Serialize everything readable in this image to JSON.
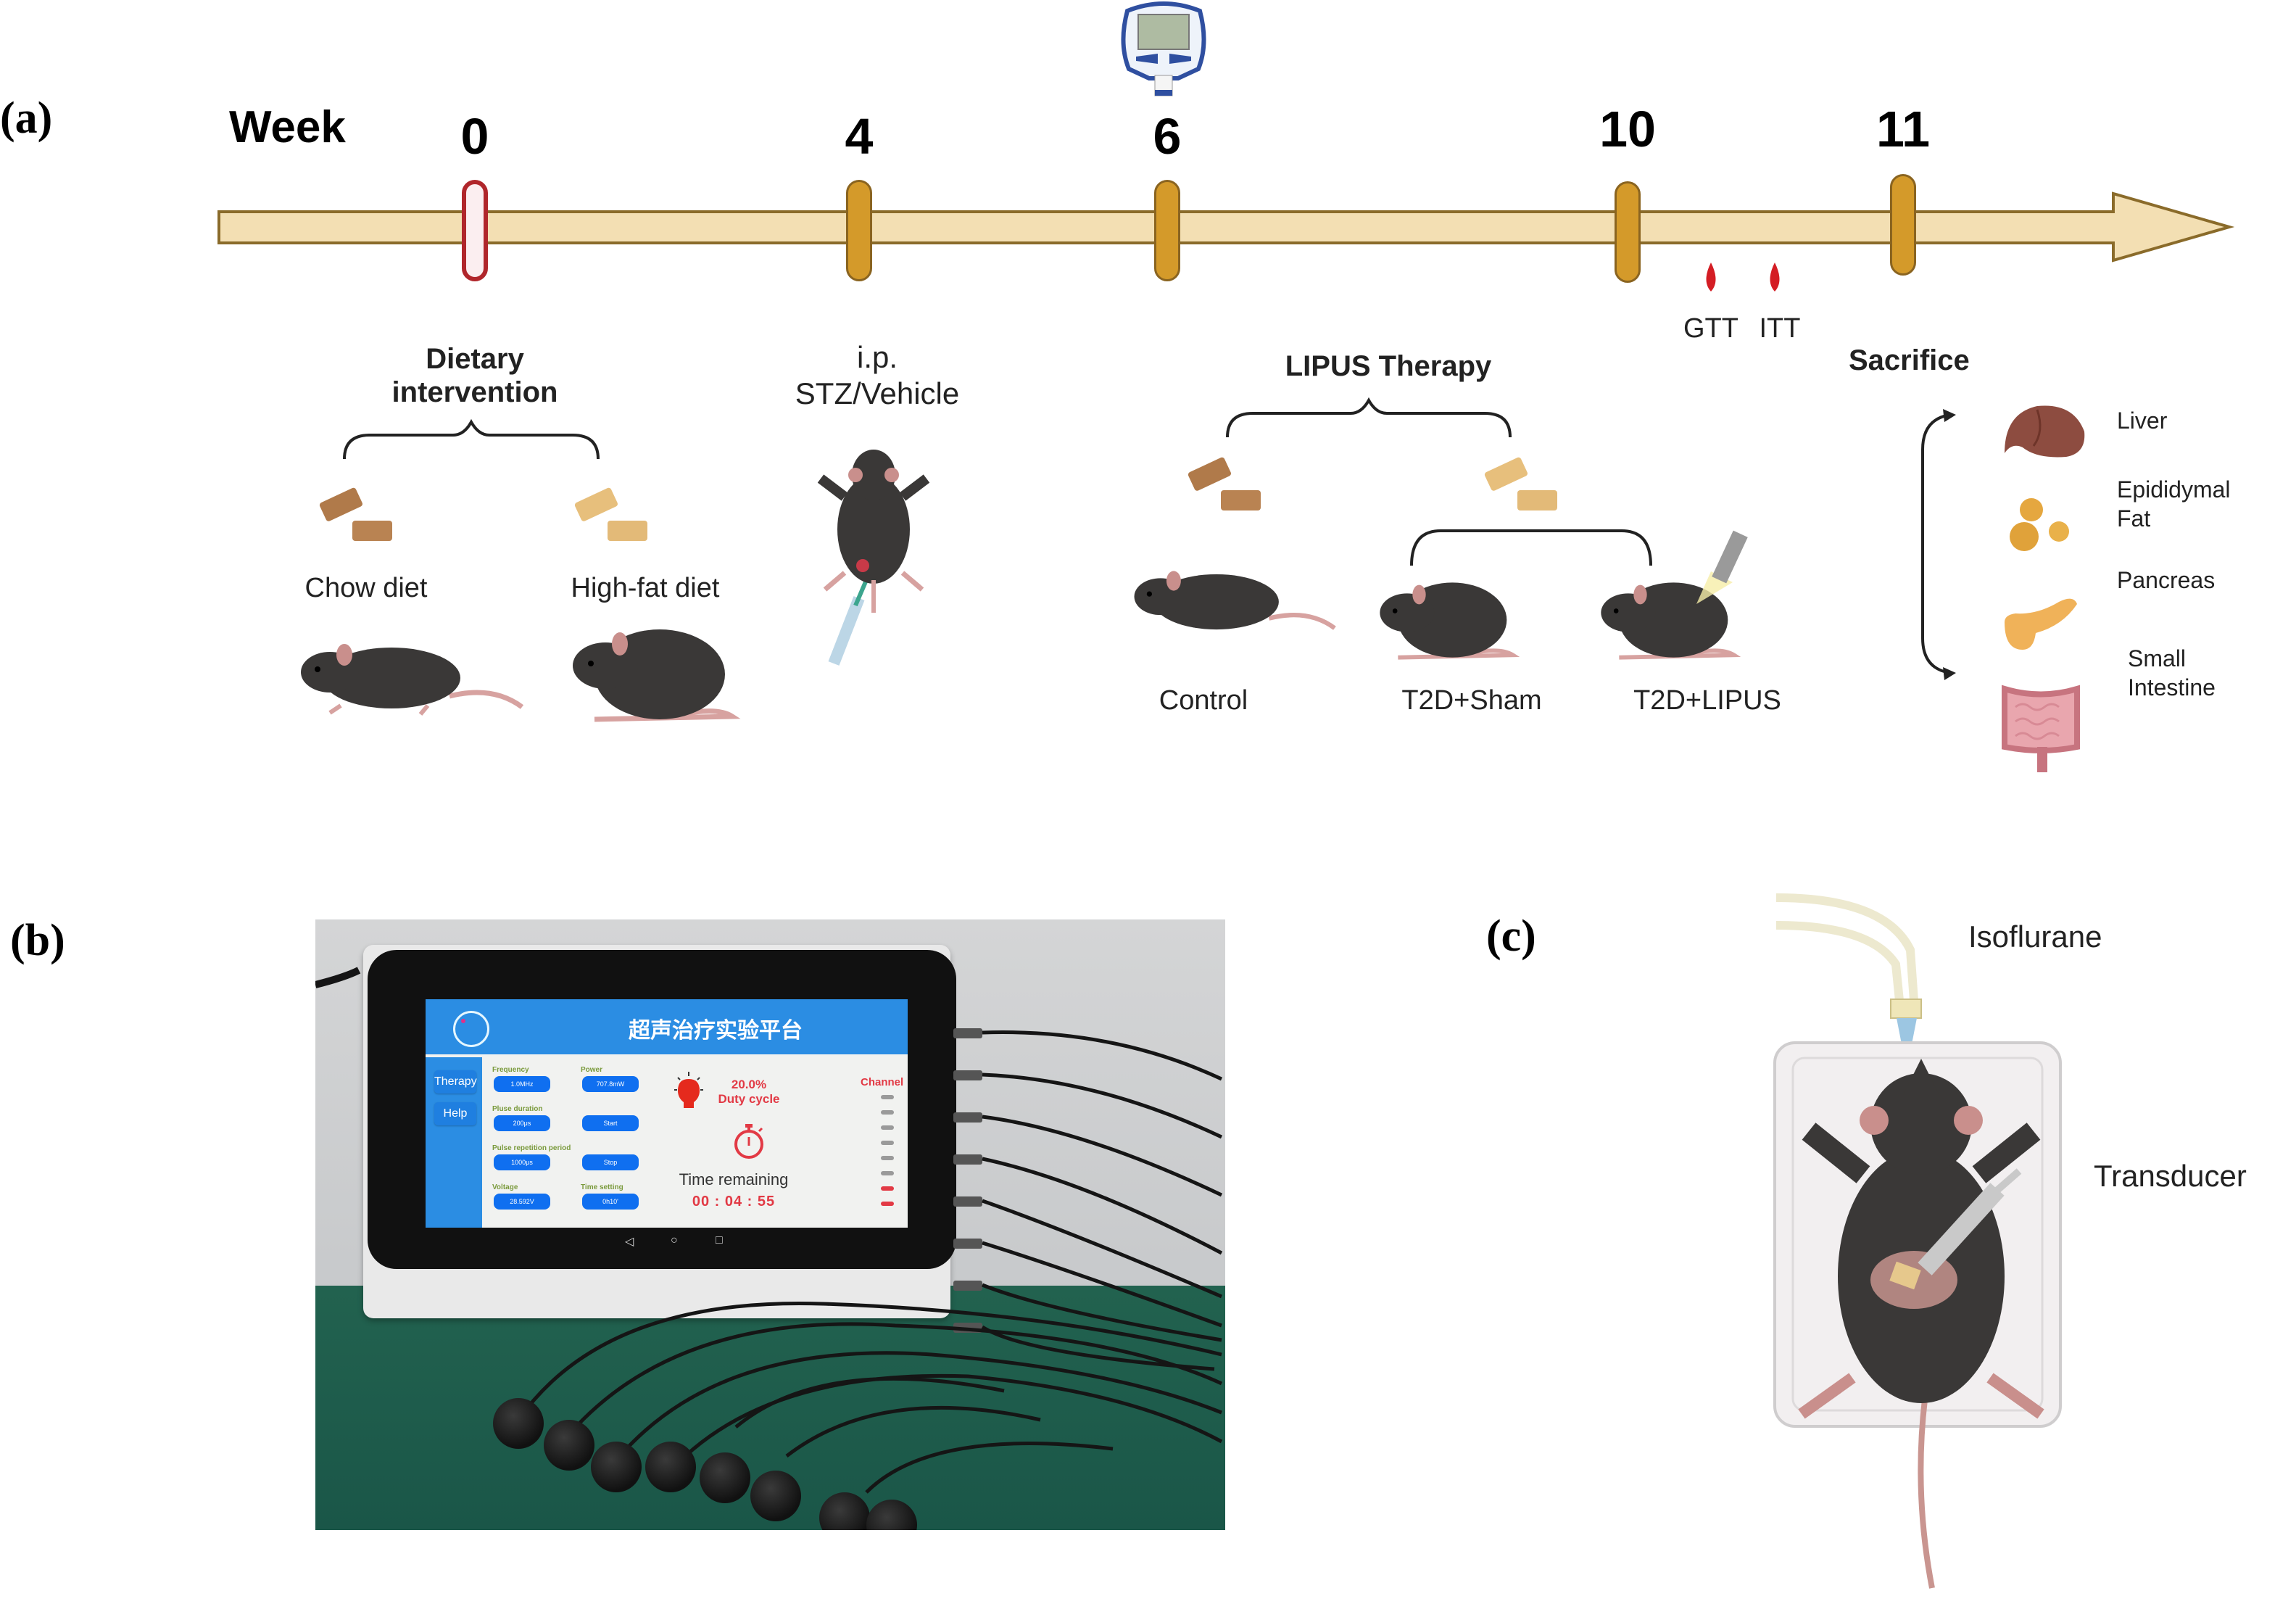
{
  "panels": {
    "a": {
      "label": "(a)",
      "timeline": {
        "axis_label": "Week",
        "weeks": [
          {
            "label": "0",
            "marker_style": "outlined"
          },
          {
            "label": "4",
            "marker_style": "filled"
          },
          {
            "label": "6",
            "marker_style": "filled"
          },
          {
            "label": "10",
            "marker_style": "filled"
          },
          {
            "label": "11",
            "marker_style": "filled"
          }
        ],
        "week6_icon": "glucometer-icon",
        "tests": [
          "GTT",
          "ITT"
        ],
        "colors": {
          "bar_fill": "#f3dfb3",
          "bar_stroke": "#8a6b2a",
          "marker_fill": "#d49a2a",
          "marker_outline": "#b0262b"
        }
      },
      "dietary": {
        "heading_line1": "Dietary",
        "heading_line2": "intervention",
        "groups": [
          "Chow diet",
          "High-fat diet"
        ]
      },
      "injection": {
        "line1": "i.p.",
        "line2": "STZ/Vehicle"
      },
      "lipus": {
        "heading": "LIPUS Therapy",
        "groups": [
          "Control",
          "T2D+Sham",
          "T2D+LIPUS"
        ]
      },
      "sacrifice": {
        "heading": "Sacrifice",
        "organs": [
          {
            "name_lines": [
              "Liver"
            ],
            "icon": "liver-icon"
          },
          {
            "name_lines": [
              "Epididymal",
              "Fat"
            ],
            "icon": "fat-icon"
          },
          {
            "name_lines": [
              "Pancreas"
            ],
            "icon": "pancreas-icon"
          },
          {
            "name_lines": [
              "Small",
              "Intestine"
            ],
            "icon": "intestine-icon"
          }
        ]
      }
    },
    "b": {
      "label": "(b)",
      "screen": {
        "title": "超声治疗实验平台",
        "sidebar": [
          "Therapy",
          "Help"
        ],
        "fields": [
          {
            "label": "Frequency",
            "value": "1.0MHz"
          },
          {
            "label": "Power",
            "value": "707.8mW"
          },
          {
            "label": "Pluse duration",
            "value": "200μs"
          },
          {
            "label": "",
            "value": "Start"
          },
          {
            "label": "Pulse repetition period",
            "value": "1000μs"
          },
          {
            "label": "",
            "value": "Stop"
          },
          {
            "label": "Voltage",
            "value": "28.592V"
          },
          {
            "label": "Time setting",
            "value": "0h10'"
          }
        ],
        "duty_cycle_value": "20.0%",
        "duty_cycle_label": "Duty cycle",
        "time_remaining_label": "Time remaining",
        "time_remaining_value": "00 : 04 : 55",
        "channel_label": "Channel",
        "channels_active": [
          false,
          false,
          false,
          false,
          false,
          false,
          true,
          true
        ],
        "colors": {
          "header": "#2b8de3",
          "button": "#0f6ff0",
          "accent_red": "#e23a45",
          "field_label": "#7a9a3c"
        }
      },
      "transducer_count": 8
    },
    "c": {
      "label": "(c)",
      "isoflurane_label": "Isoflurane",
      "transducer_label": "Transducer"
    }
  }
}
